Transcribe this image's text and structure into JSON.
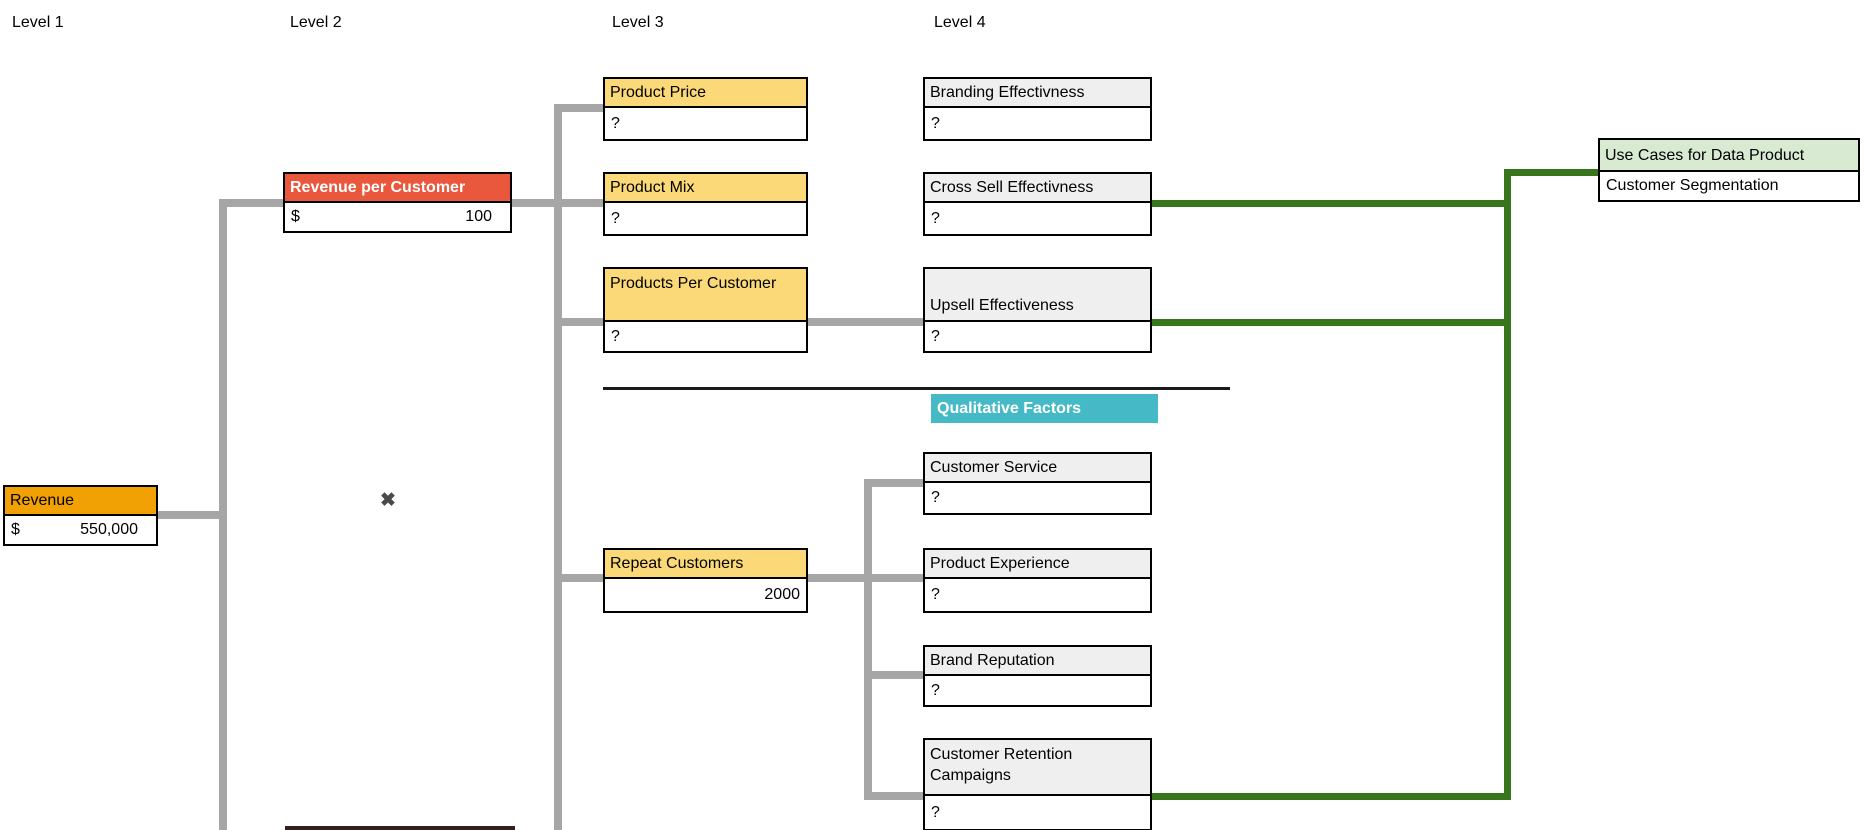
{
  "levels": [
    {
      "label": "Level 1"
    },
    {
      "label": "Level 2"
    },
    {
      "label": "Level 3"
    },
    {
      "label": "Level 4"
    }
  ],
  "nodes": {
    "revenue": {
      "title": "Revenue",
      "currency": "$",
      "value": "550,000"
    },
    "revenue_per_customer": {
      "title": "Revenue per Customer",
      "currency": "$",
      "value": "100"
    },
    "product_price": {
      "title": "Product Price",
      "value": "?"
    },
    "product_mix": {
      "title": "Product Mix",
      "value": "?"
    },
    "products_per_customer": {
      "title": "Products Per Customer",
      "value": "?"
    },
    "repeat_customers": {
      "title": "Repeat Customers",
      "value": "2000"
    },
    "branding_effectivness": {
      "title": "Branding Effectivness",
      "value": "?"
    },
    "cross_sell_effectivness": {
      "title": "Cross Sell Effectivness",
      "value": "?"
    },
    "upsell_effectiveness": {
      "title": "Upsell Effectiveness",
      "value": "?"
    },
    "customer_service": {
      "title": "Customer Service",
      "value": "?"
    },
    "product_experience": {
      "title": "Product Experience",
      "value": "?"
    },
    "brand_reputation": {
      "title": "Brand Reputation",
      "value": "?"
    },
    "customer_retention_campaigns": {
      "title": "Customer Retention Campaigns",
      "value": "?"
    },
    "use_cases": {
      "title": "Use Cases for Data Product",
      "value": "Customer Segmentation"
    }
  },
  "banner": {
    "label": "Qualitative Factors"
  },
  "marker": {
    "glyph": "✖"
  },
  "colors": {
    "gold": "#F1A104",
    "red_orange": "#E9573D",
    "yellow": "#FBD878",
    "gray_header": "#EFEFEF",
    "teal": "#45BAC6",
    "light_green": "#D9EAD3",
    "line_gray": "#A6A6A6",
    "line_green": "#38761D"
  }
}
